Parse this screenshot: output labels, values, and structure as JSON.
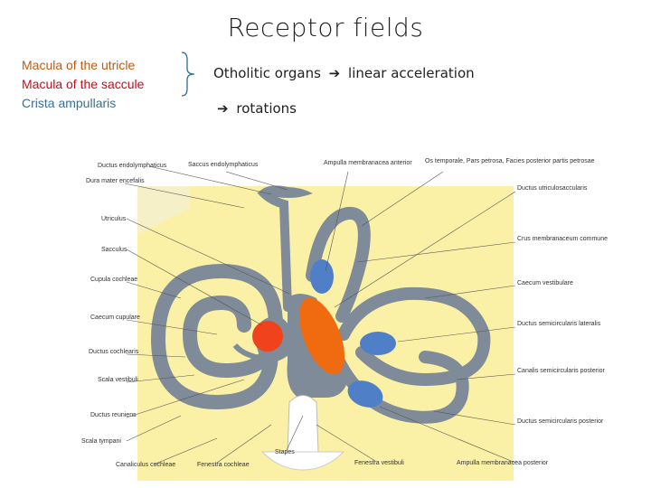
{
  "title": "Receptor fields",
  "legend": [
    {
      "text": "Macula of the utricle",
      "color": "#c05a10"
    },
    {
      "text": "Macula of the saccule",
      "color": "#c0101a"
    },
    {
      "text": "Crista ampullaris",
      "color": "#3a7090"
    }
  ],
  "notes": {
    "otholitic_label": "Otholitic organs",
    "otholitic_value": "linear acceleration",
    "rotations": "rotations",
    "arrow": "➔"
  },
  "labels_left": [
    "Ductus endolymphaticus",
    "Dura mater encefalis",
    "Utriculus",
    "Sacculus",
    "Cupula cochleae",
    "Caecum cupulare",
    "Ductus cochlearis",
    "Scala vestibuli",
    "Ductus reuniens",
    "Scala tympani",
    "Canaliculus cochleae"
  ],
  "labels_top": [
    "Saccus endolymphaticus",
    "Ampulla membranacea anterior",
    "Os temporale, Pars petrosa, Facies posterior partis petrosae"
  ],
  "labels_right": [
    "Ductus utriculosaccularis",
    "Crus membranaceum commune",
    "Caecum vestibulare",
    "Ductus semicircularis lateralis",
    "Canalis semicircularis posterior",
    "Ductus semicircularis posterior",
    "Ampulla membranacea posterior"
  ],
  "labels_bottom": [
    "Fenestra cochleae",
    "Stapes",
    "Fenestra vestibuli"
  ],
  "colors": {
    "background_fill": "#fbf1a6",
    "duct": "#7f8b98",
    "utricle_macula": "#f06a10",
    "saccule_macula": "#f0421c",
    "crista": "#4f7fc6"
  }
}
